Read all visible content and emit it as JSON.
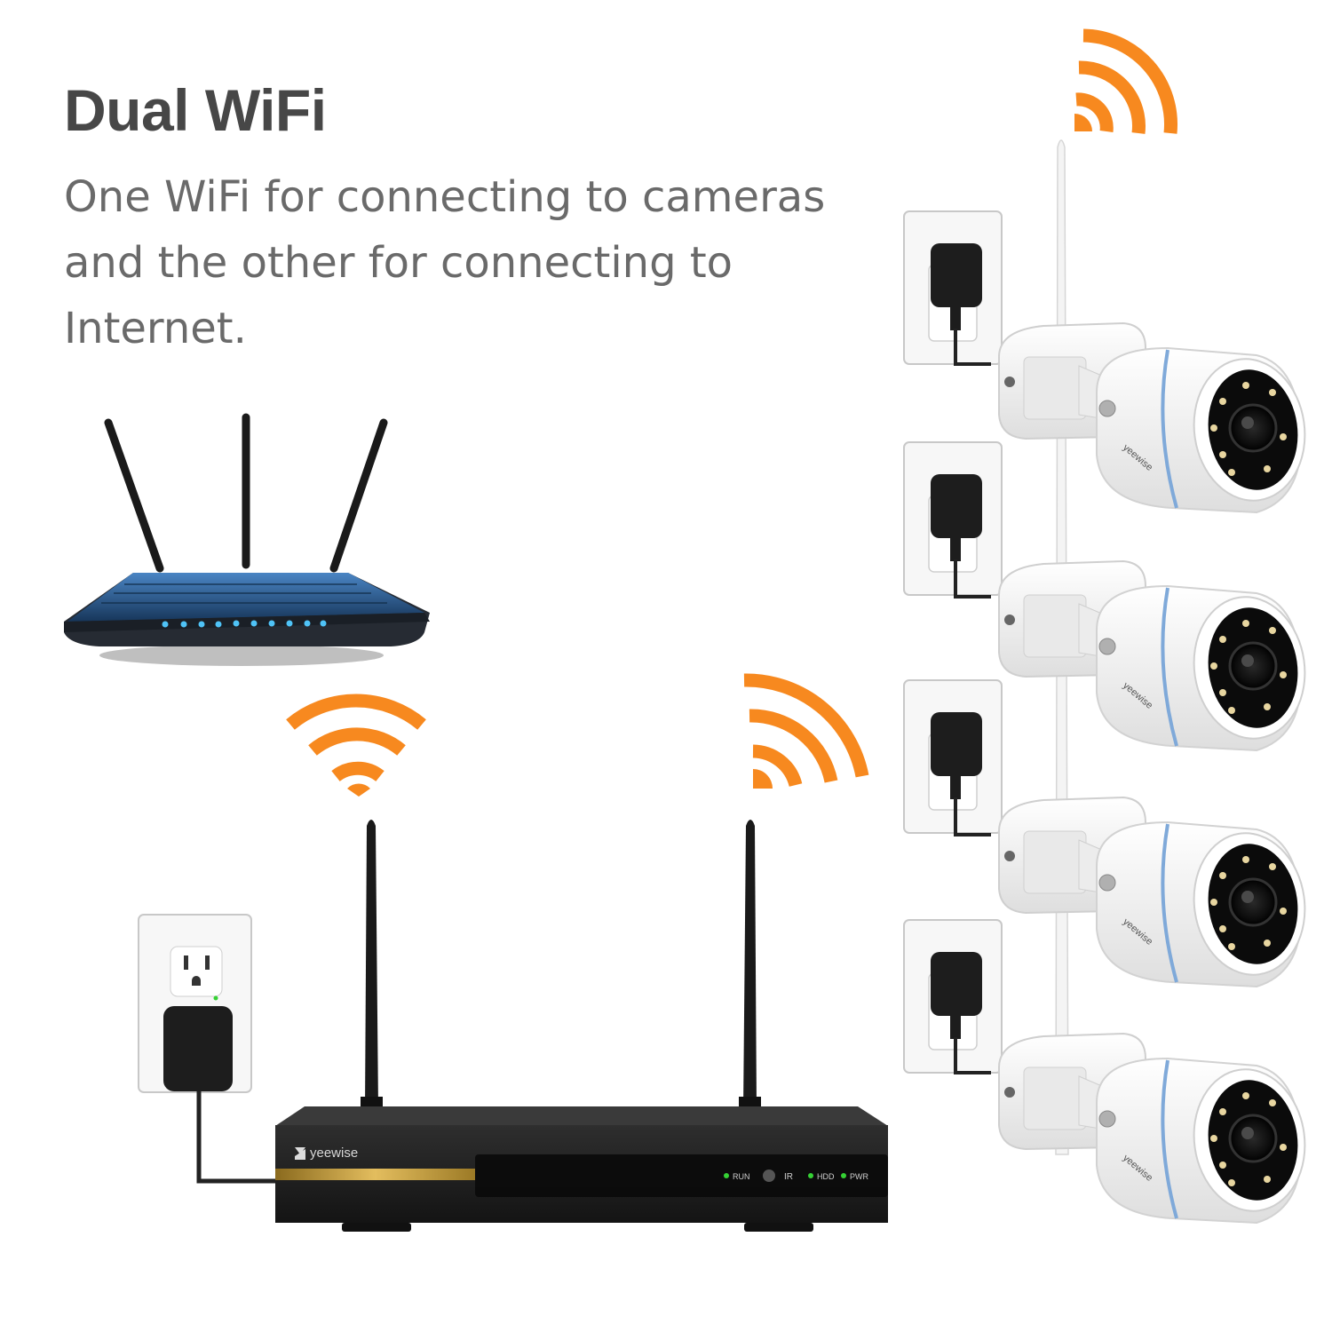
{
  "headline": "Dual WiFi",
  "description": "One WiFi for connecting to cameras and the other for connecting to Internet.",
  "nvr": {
    "brand": "yeewise",
    "indicators": {
      "run": "RUN",
      "ir": "IR",
      "hdd": "HDD",
      "pwr": "PWR"
    }
  },
  "camera_brand": "yeewise",
  "colors": {
    "wifi_signal": "#f7891f",
    "headline": "#474747",
    "body_text": "#6a6a6a",
    "router_body": "#2a5b8f",
    "nvr_body": "#1e1e1e",
    "status_led": "#35d134",
    "camera_ring": "#7fa9d9"
  }
}
